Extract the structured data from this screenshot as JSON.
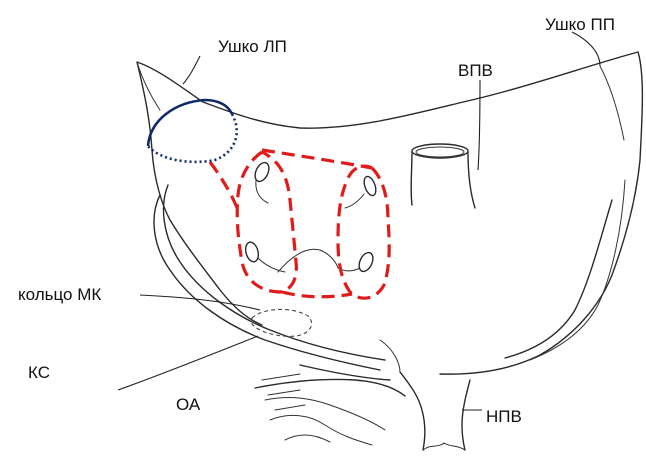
{
  "labels": {
    "laa": "Ушко ЛП",
    "raa": "Ушко ПП",
    "svc": "ВПВ",
    "mitral_ring": "кольцо МК",
    "cs": "КС",
    "oa": "ОА",
    "ivc": "НПВ"
  },
  "colors": {
    "ablation_lines": "#e01b1b",
    "laa_occlusion": "#0d2a6b",
    "outline": "#2a2a2a"
  }
}
